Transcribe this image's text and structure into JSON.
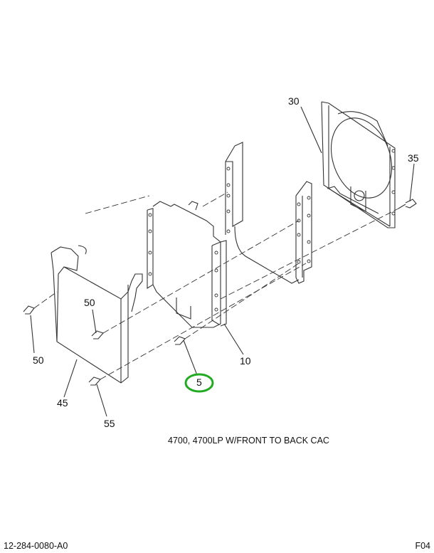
{
  "callouts": [
    "30",
    "35",
    "50",
    "50",
    "10",
    "5",
    "45",
    "55"
  ],
  "highlighted_callout": "5",
  "highlight_color": "#22aa22",
  "caption": "4700, 4700LP W/FRONT TO BACK CAC",
  "footer": {
    "left": "12-284-0080-A0",
    "right": "F04"
  }
}
